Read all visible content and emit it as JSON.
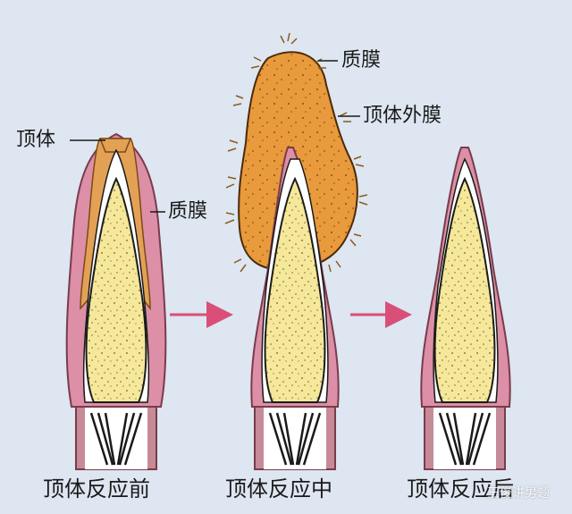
{
  "labels": {
    "acrosome": "顶体",
    "zona_left": "质膜",
    "zona_top": "质膜",
    "outer_acrosomal_membrane": "顶体外膜"
  },
  "captions": {
    "before": "顶体反应前",
    "during": "顶体反应中",
    "after": "顶体反应后"
  },
  "watermark": "王俊讲男题",
  "colors": {
    "background": "#dde6f1",
    "nucleus": "#f6e89a",
    "membrane": "#dc8fa6",
    "acrosome": "#e3a155",
    "vesicle": "#e89a3c",
    "arrow": "#d94f77",
    "midpiece": "#c78a98"
  }
}
